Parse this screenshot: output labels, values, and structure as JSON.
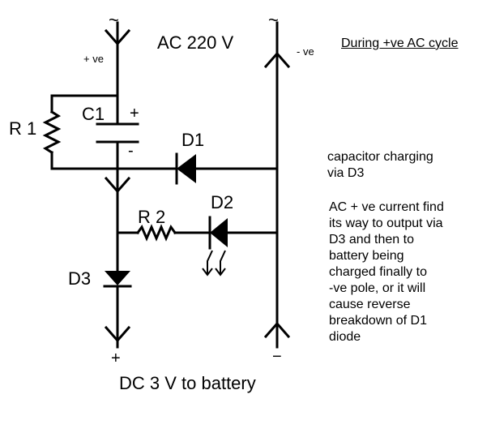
{
  "labels": {
    "ac_symbol_left": "~",
    "ac_symbol_right": "~",
    "ac_voltage": "AC 220 V",
    "cycle_title": "During +ve AC cycle",
    "plus_ve": "+ ve",
    "minus_ve": "- ve",
    "r1": "R 1",
    "c1": "C1",
    "c1_plus": "+",
    "c1_minus": "-",
    "d1": "D1",
    "d2": "D2",
    "r2": "R 2",
    "d3": "D3",
    "out_plus": "+",
    "out_minus": "−",
    "dc_output": "DC 3 V to battery"
  },
  "notes": {
    "charging_1": "capacitor charging",
    "charging_2": "via D3",
    "explanation": [
      "AC + ve current find",
      "its way to output via",
      "D3 and then to",
      "battery being",
      "charged finally to",
      "-ve pole, or it will",
      "cause reverse",
      "breakdown of D1",
      "diode"
    ]
  },
  "colors": {
    "ink": "#000000",
    "background": "#ffffff"
  }
}
